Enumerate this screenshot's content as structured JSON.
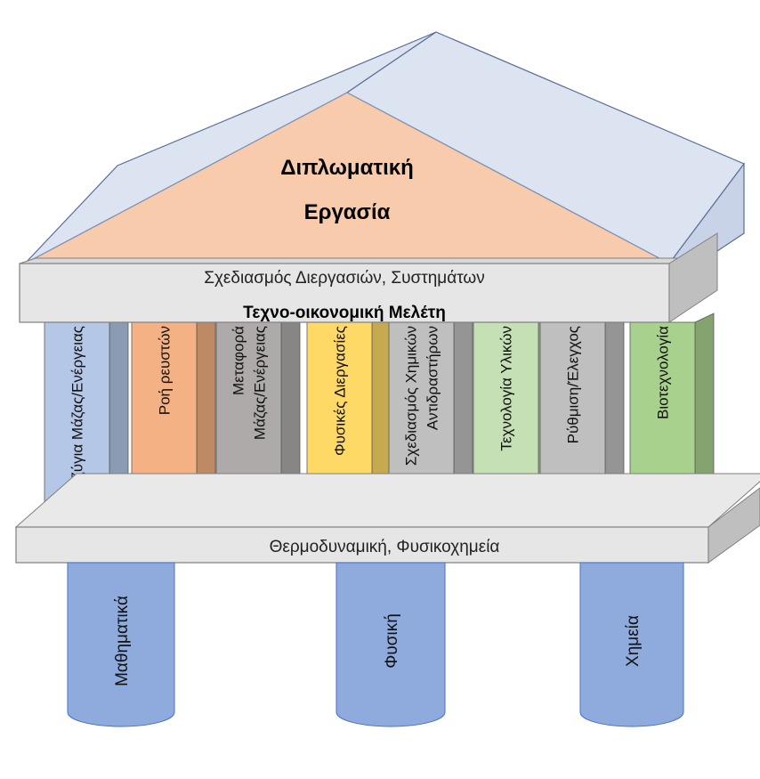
{
  "pediment": {
    "line1": "Διπλωματική",
    "line2": "Εργασία"
  },
  "upper_beam": {
    "line1": "Σχεδιασμός Διεργασιών, Συστημάτων",
    "line2": "Τεχνο-οικονομική Μελέτη"
  },
  "columns": [
    {
      "lines": [
        "Ισοζύγια Μάζας/Ενέργειας"
      ],
      "color": "#b4c7e7"
    },
    {
      "lines": [
        "Ροή ρευστών"
      ],
      "color": "#f4b183"
    },
    {
      "lines": [
        "Μεταφορά",
        "Μάζας/Ενέργειας"
      ],
      "color": "#aeaaaa"
    },
    {
      "lines": [
        "Φυσικές Διεργασίες"
      ],
      "color": "#ffd966"
    },
    {
      "lines": [
        "Σχεδιασμός Χημικών",
        "Αντιδραστήρων"
      ],
      "color": "#bfbfbf"
    },
    {
      "lines": [
        "Τεχνολογία Υλικών"
      ],
      "color": "#c5e0b4"
    },
    {
      "lines": [
        "Ρύθμιση/Έλεγχος"
      ],
      "color": "#bfbfbf"
    },
    {
      "lines": [
        "Βιοτεχνολογία"
      ],
      "color": "#a9d18e"
    }
  ],
  "lower_beam": {
    "label": "Θερμοδυναμική, Φυσικοχημεία"
  },
  "foundations": [
    {
      "label": "Μαθηματικά",
      "color": "#8faadc"
    },
    {
      "label": "Φυσική",
      "color": "#8faadc"
    },
    {
      "label": "Χημεία",
      "color": "#8faadc"
    }
  ]
}
